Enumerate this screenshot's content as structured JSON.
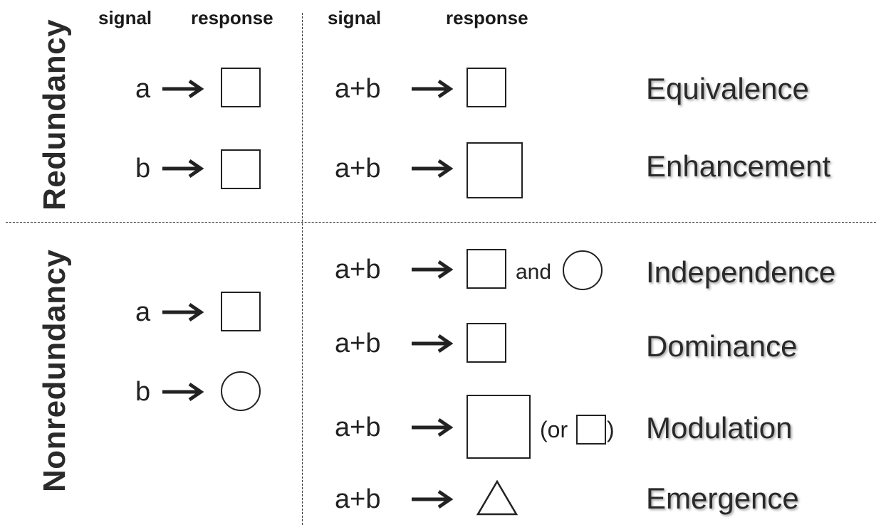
{
  "headers": {
    "signal_left": "signal",
    "response_left": "response",
    "signal_right": "signal",
    "response_right": "response"
  },
  "row_labels": {
    "redundancy": "Redundancy",
    "nonredundancy": "Nonredundancy"
  },
  "left": {
    "redundancy": [
      {
        "signal": "a",
        "response": "square"
      },
      {
        "signal": "b",
        "response": "square"
      }
    ],
    "nonredundancy": [
      {
        "signal": "a",
        "response": "square"
      },
      {
        "signal": "b",
        "response": "circle"
      }
    ]
  },
  "right": [
    {
      "signal": "a+b",
      "response": "square",
      "category": "Equivalence"
    },
    {
      "signal": "a+b",
      "response": "large-square",
      "category": "Enhancement"
    },
    {
      "signal": "a+b",
      "response": "square-and-circle",
      "connector": "and",
      "category": "Independence"
    },
    {
      "signal": "a+b",
      "response": "square",
      "category": "Dominance"
    },
    {
      "signal": "a+b",
      "response": "large-square-or-small-square",
      "or_open": "(or",
      "or_close": ")",
      "category": "Modulation"
    },
    {
      "signal": "a+b",
      "response": "triangle",
      "category": "Emergence"
    }
  ]
}
